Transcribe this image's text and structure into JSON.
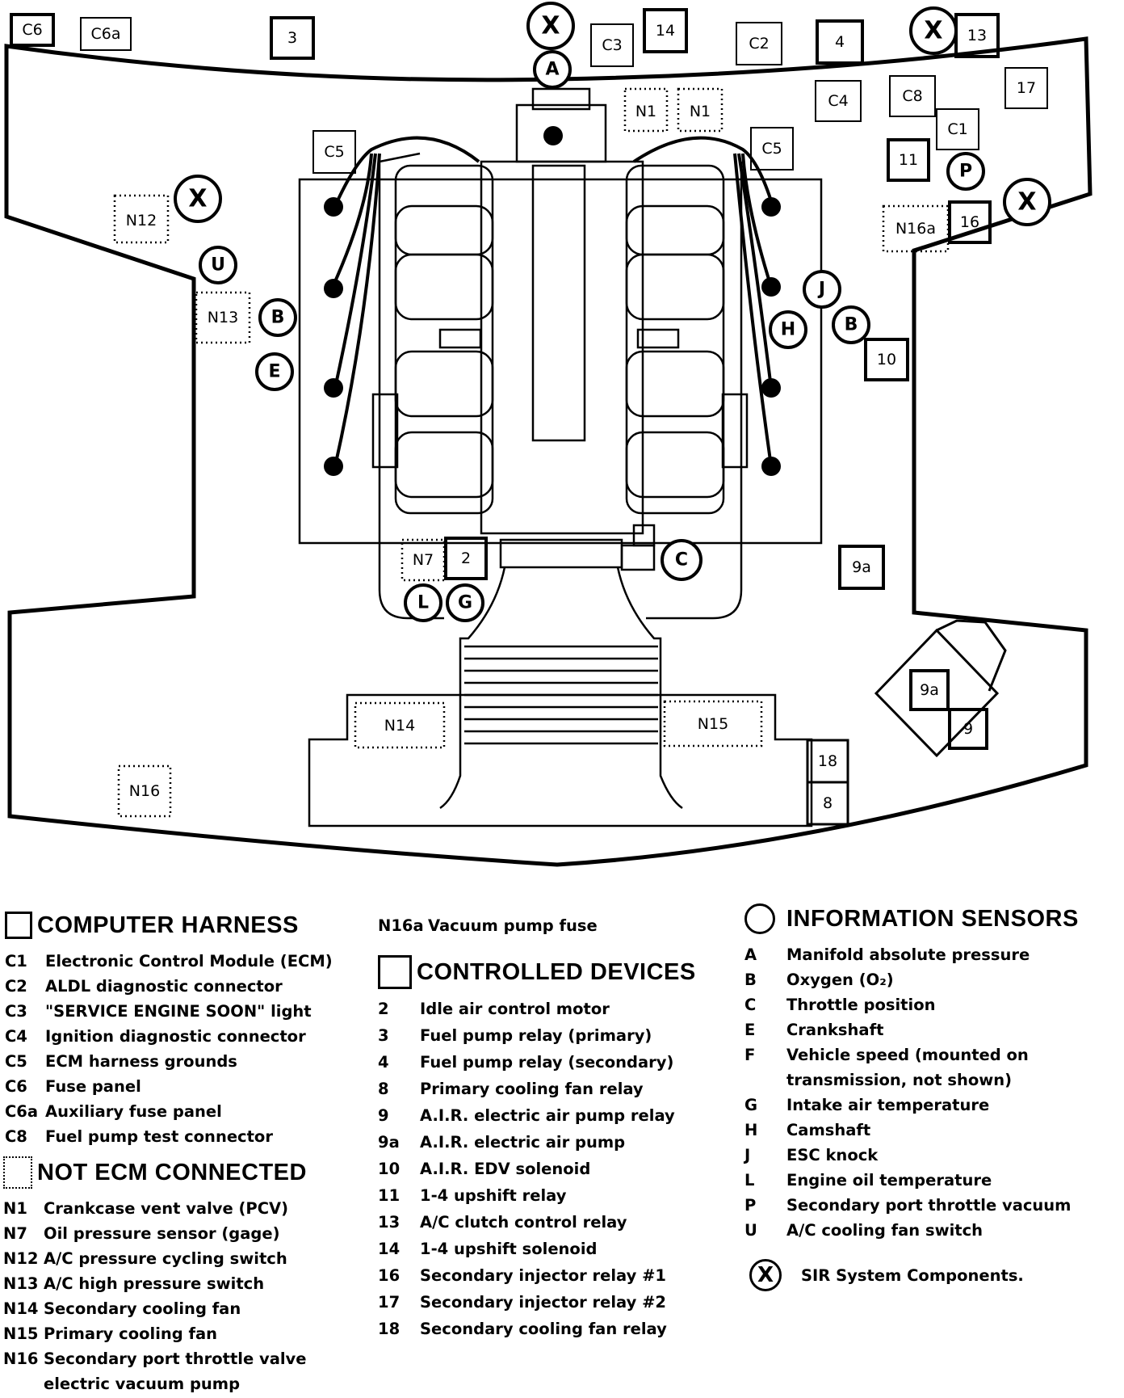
{
  "diagram": {
    "square_labels": {
      "c6": "C6",
      "c6a": "C6a",
      "n3": "3",
      "c3": "C3",
      "n14": "14",
      "c2": "C2",
      "n4": "4",
      "n13": "13",
      "n17": "17",
      "c4": "C4",
      "c8": "C8",
      "c1": "C1",
      "n11": "11",
      "n16": "16",
      "c5_left": "C5",
      "c5_right": "C5",
      "n10": "10",
      "n2": "2",
      "n9a_top": "9a",
      "n9a_diamond": "9a",
      "n9": "9",
      "n18": "18",
      "n8": "8"
    },
    "dotted_labels": {
      "n1_a": "N1",
      "n1_b": "N1",
      "n12": "N12",
      "n13": "N13",
      "n16a": "N16a",
      "n7": "N7",
      "n14": "N14",
      "n15": "N15",
      "n16": "N16"
    },
    "circle_labels": {
      "a": "A",
      "u": "U",
      "b_left": "B",
      "e": "E",
      "j": "J",
      "b_right": "B",
      "h": "H",
      "p": "P",
      "c": "C",
      "l": "L",
      "g": "G",
      "x_top": "X",
      "x_top_right": "X",
      "x_left": "X",
      "x_right": "X"
    }
  },
  "computer_harness": {
    "title": "COMPUTER HARNESS",
    "items": [
      {
        "code": "C1",
        "desc": "Electronic Control Module (ECM)"
      },
      {
        "code": "C2",
        "desc": "ALDL diagnostic connector"
      },
      {
        "code": "C3",
        "desc": "\"SERVICE ENGINE SOON\" light"
      },
      {
        "code": "C4",
        "desc": "Ignition diagnostic connector"
      },
      {
        "code": "C5",
        "desc": "ECM harness grounds"
      },
      {
        "code": "C6",
        "desc": "Fuse panel"
      },
      {
        "code": "C6a",
        "desc": "Auxiliary fuse panel"
      },
      {
        "code": "C8",
        "desc": "Fuel pump test connector"
      }
    ]
  },
  "not_ecm_connected": {
    "title": "NOT ECM CONNECTED",
    "items": [
      {
        "code": "N1",
        "desc": "Crankcase vent valve (PCV)"
      },
      {
        "code": "N7",
        "desc": "Oil pressure sensor (gage)"
      },
      {
        "code": "N12",
        "desc": "A/C pressure cycling switch"
      },
      {
        "code": "N13",
        "desc": "A/C high pressure switch"
      },
      {
        "code": "N14",
        "desc": "Secondary cooling fan"
      },
      {
        "code": "N15",
        "desc": "Primary cooling fan"
      },
      {
        "code": "N16",
        "desc": "Secondary port throttle valve"
      },
      {
        "code": "",
        "desc": "electric vacuum pump"
      }
    ]
  },
  "n16a_note": {
    "code": "N16a",
    "desc": "Vacuum pump fuse"
  },
  "controlled_devices": {
    "title": "CONTROLLED DEVICES",
    "items": [
      {
        "code": "2",
        "desc": "Idle air control motor"
      },
      {
        "code": "3",
        "desc": "Fuel pump relay (primary)"
      },
      {
        "code": "4",
        "desc": "Fuel pump relay (secondary)"
      },
      {
        "code": "8",
        "desc": "Primary cooling fan relay"
      },
      {
        "code": "9",
        "desc": "A.I.R. electric air pump relay"
      },
      {
        "code": "9a",
        "desc": "A.I.R. electric air pump"
      },
      {
        "code": "10",
        "desc": "A.I.R. EDV solenoid"
      },
      {
        "code": "11",
        "desc": "1-4 upshift relay"
      },
      {
        "code": "13",
        "desc": "A/C clutch control relay"
      },
      {
        "code": "14",
        "desc": "1-4 upshift solenoid"
      },
      {
        "code": "16",
        "desc": "Secondary injector relay #1"
      },
      {
        "code": "17",
        "desc": "Secondary injector relay #2"
      },
      {
        "code": "18",
        "desc": "Secondary cooling fan relay"
      }
    ]
  },
  "information_sensors": {
    "title": "INFORMATION SENSORS",
    "items": [
      {
        "code": "A",
        "desc": "Manifold absolute pressure"
      },
      {
        "code": "B",
        "desc": "Oxygen (O₂)"
      },
      {
        "code": "C",
        "desc": "Throttle position"
      },
      {
        "code": "E",
        "desc": "Crankshaft"
      },
      {
        "code": "F",
        "desc": "Vehicle speed (mounted on"
      },
      {
        "code": "",
        "desc": "transmission, not shown)"
      },
      {
        "code": "G",
        "desc": "Intake air temperature"
      },
      {
        "code": "H",
        "desc": "Camshaft"
      },
      {
        "code": "J",
        "desc": "ESC knock"
      },
      {
        "code": "L",
        "desc": "Engine oil temperature"
      },
      {
        "code": "P",
        "desc": "Secondary port throttle vacuum"
      },
      {
        "code": "U",
        "desc": "A/C cooling fan switch"
      }
    ]
  },
  "sir": {
    "symbol": "X",
    "desc": "SIR System Components."
  }
}
